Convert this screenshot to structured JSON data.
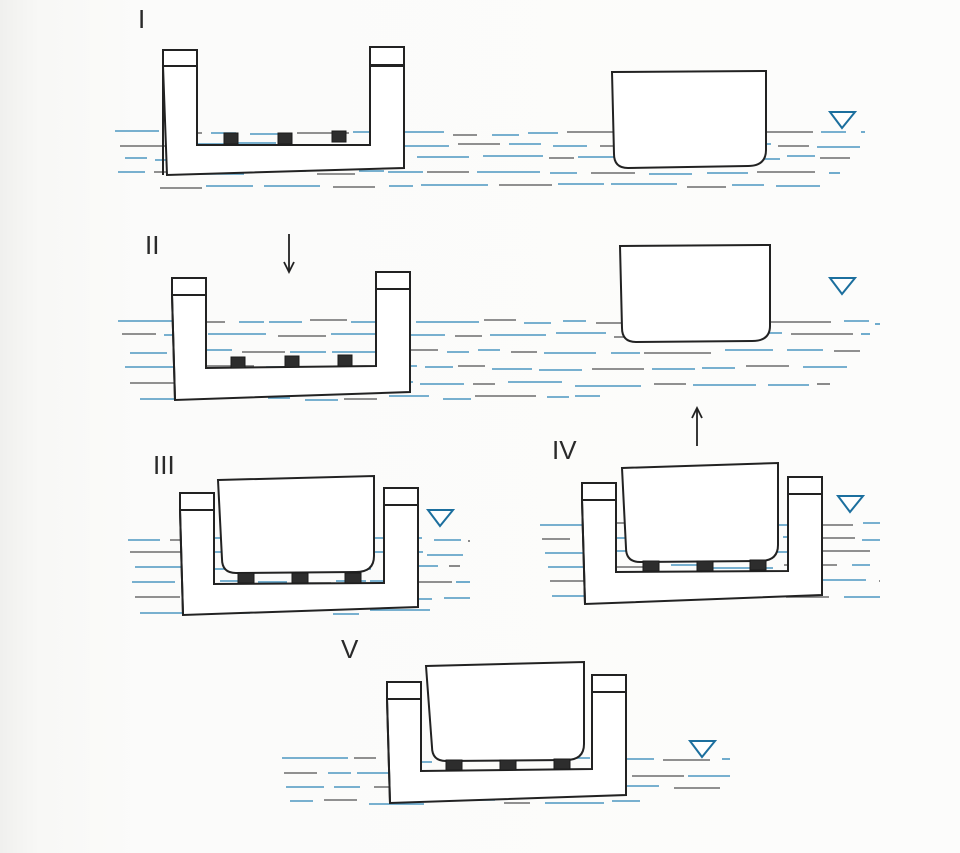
{
  "stages": [
    {
      "id": "1",
      "label": "I"
    },
    {
      "id": "2",
      "label": "II"
    },
    {
      "id": "3",
      "label": "III"
    },
    {
      "id": "4",
      "label": "IV"
    },
    {
      "id": "5",
      "label": "V"
    }
  ],
  "colors": {
    "ink": "#222222",
    "water_blue": "#2f86b8",
    "water_gray": "#555555",
    "block": "#2d2d2d",
    "paper": "#fcfcfb"
  }
}
